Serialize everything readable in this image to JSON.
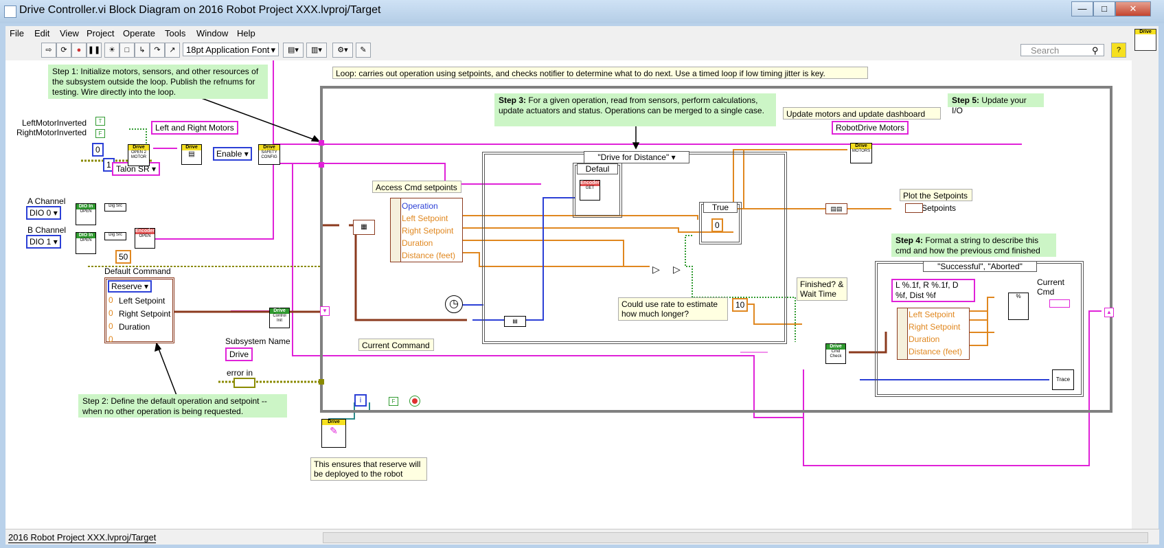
{
  "window": {
    "title": "Drive Controller.vi Block Diagram on 2016 Robot Project XXX.lvproj/Target",
    "controls": [
      "—",
      "□",
      "✕"
    ]
  },
  "menu": [
    "File",
    "Edit",
    "View",
    "Project",
    "Operate",
    "Tools",
    "Window",
    "Help"
  ],
  "toolbar": {
    "font": "18pt Application Font",
    "search_placeholder": "Search"
  },
  "status": {
    "context": "2016 Robot Project XXX.lvproj/Target"
  },
  "diagram": {
    "notes": {
      "step1": "Step 1: Initialize motors, sensors, and other resources of the subsystem outside the loop. Publish the refnums for testing. Wire directly into the loop.",
      "loop": "Loop: carries out operation using setpoints, and checks notifier to determine what to do next. Use a timed loop if low timing jitter is key.",
      "step3_title": "Step 3:",
      "step3": " For a given operation, read from sensors, perform calculations, update actuators and status. Operations can be merged to a single case.",
      "update": "Update motors and update dashboard",
      "step5_title": "Step 5:",
      "step5": " Update your I/O",
      "step2": "Step 2: Define the default operation and setpoint -- when no other operation is being requested.",
      "step4_title": "Step 4:",
      "step4": " Format a string to describe this cmd and how the previous cmd finished",
      "access": "Access Cmd setpoints",
      "current_cmd_note": "Current Command",
      "rate": "Could use rate to estimate how much longer?",
      "finished": "Finished? & Wait Time",
      "plot": "Plot the Setpoints",
      "reserve_note": "This ensures that reserve will be deployed to the robot"
    },
    "labels": {
      "left_inv": "LeftMotorInverted",
      "right_inv": "RightMotorInverted",
      "left_right_motors": "Left and Right Motors",
      "robotdrive": "RobotDrive Motors",
      "a_channel": "A Channel",
      "b_channel": "B Channel",
      "default_command": "Default Command",
      "subsystem_name": "Subsystem Name",
      "error_in": "error in",
      "setpoints": "Setpoints",
      "current_cmd": "Current Cmd"
    },
    "values": {
      "zero": "0",
      "one": "1",
      "talon": "Talon SR",
      "enable": "Enable",
      "dio0": "DIO 0",
      "dio1": "DIO 1",
      "fifty": "50",
      "reserve": "Reserve",
      "drive": "Drive",
      "ten": "10",
      "true": "True",
      "default": "Defaul",
      "case_drive": "\"Drive for Distance\"",
      "case_success": "\"Successful\", \"Aborted\"",
      "format": "L %.1f, R %.1f, D %f, Dist %f",
      "t": "T",
      "f": "F",
      "i": "i"
    },
    "cluster_default": [
      "Left Setpoint",
      "Right Setpoint",
      "Duration"
    ],
    "unbundle_fields": [
      "Operation",
      "Left Setpoint",
      "Right Setpoint",
      "Duration",
      "Distance (feet)"
    ],
    "bundle_fields": [
      "Left Setpoint",
      "Right Setpoint",
      "Duration",
      "Distance (feet)"
    ],
    "nodes": {
      "drive_open": [
        "Drive",
        "OPEN 2 MOTOR"
      ],
      "drive_ref": "Drive",
      "drive_safety": [
        "Drive",
        "SAFETY CONFIG"
      ],
      "drive_motors": [
        "Drive",
        "MOTORS"
      ],
      "dio_open": [
        "DIO In",
        "OPEN"
      ],
      "digsrc": "Dig Src",
      "encoder_open": [
        "Encoder",
        "OPEN"
      ],
      "encoder_get": [
        "Encoder",
        "GET"
      ],
      "control_init": [
        "Drive",
        "Control",
        "Init"
      ],
      "cmd_check": [
        "Drive",
        "Cmd",
        "Check"
      ],
      "trace": "Trace",
      "cmd_icon": "Drive"
    }
  }
}
